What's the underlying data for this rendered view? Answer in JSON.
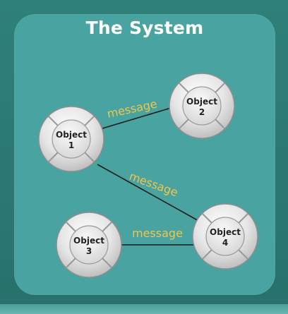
{
  "title": "The System",
  "objects": [
    {
      "line1": "Object",
      "line2": "1"
    },
    {
      "line1": "Object",
      "line2": "2"
    },
    {
      "line1": "Object",
      "line2": "3"
    },
    {
      "line1": "Object",
      "line2": "4"
    }
  ],
  "messages": [
    {
      "label": "message"
    },
    {
      "label": "message"
    },
    {
      "label": "message"
    }
  ],
  "colors": {
    "background": "#2d7c76",
    "panel": "#48a3a1",
    "message_text": "#f2c54a",
    "connector": "#1a1a1a"
  }
}
